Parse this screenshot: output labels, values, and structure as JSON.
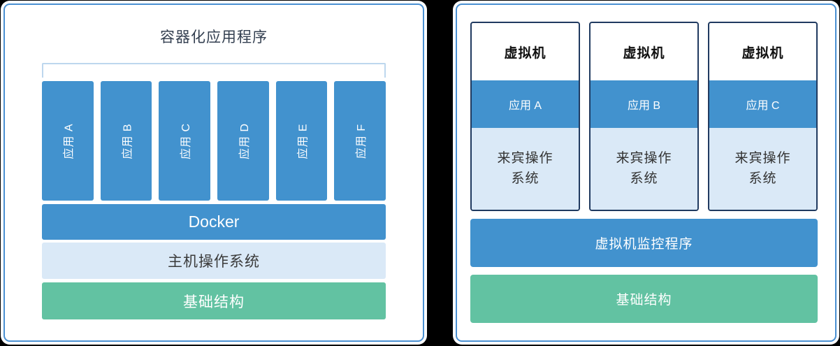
{
  "left_panel": {
    "title": "容器化应用程序",
    "apps": [
      "应用 A",
      "应用 B",
      "应用 C",
      "应用 D",
      "应用 E",
      "应用 F"
    ],
    "docker_label": "Docker",
    "host_os_label": "主机操作系统",
    "infrastructure_label": "基础结构"
  },
  "right_panel": {
    "vms": [
      {
        "title": "虚拟机",
        "app": "应用 A",
        "guest_os": "来宾操作系统"
      },
      {
        "title": "虚拟机",
        "app": "应用 B",
        "guest_os": "来宾操作系统"
      },
      {
        "title": "虚拟机",
        "app": "应用 C",
        "guest_os": "来宾操作系统"
      }
    ],
    "hypervisor_label": "虚拟机监控程序",
    "infrastructure_label": "基础结构"
  },
  "colors": {
    "blue": "#4292CE",
    "light_blue": "#DAE9F7",
    "green": "#62C2A2",
    "panel_border": "#4A90D2",
    "vm_border": "#203A60",
    "bracket": "#BDD7EE",
    "dark_text": "#333F50"
  }
}
